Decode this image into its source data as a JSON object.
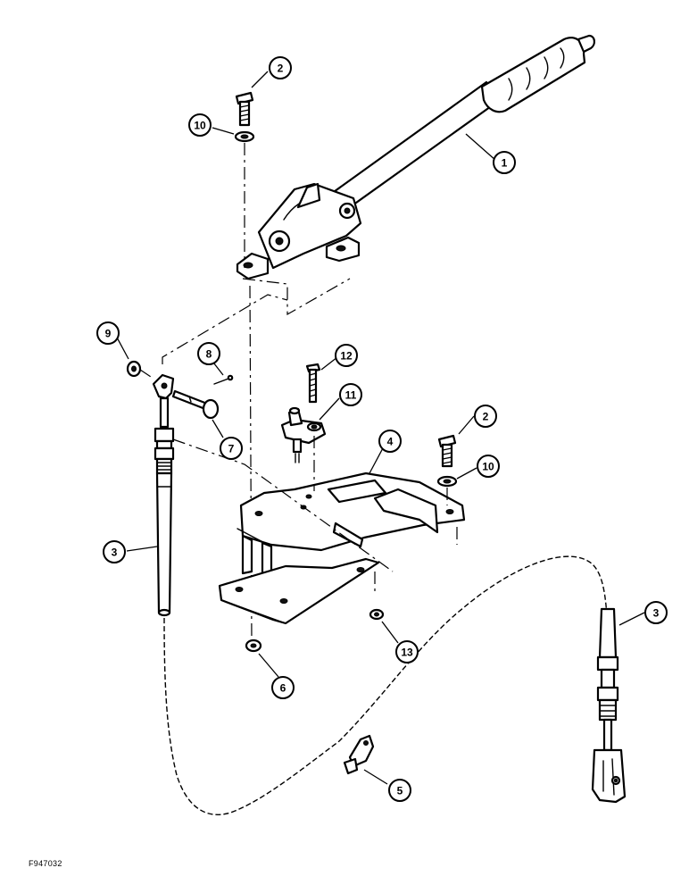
{
  "figure_id": "F947032",
  "callouts": [
    {
      "id": "c1",
      "label": "1"
    },
    {
      "id": "c2a",
      "label": "2"
    },
    {
      "id": "c10a",
      "label": "10"
    },
    {
      "id": "c9",
      "label": "9"
    },
    {
      "id": "c8",
      "label": "8"
    },
    {
      "id": "c7",
      "label": "7"
    },
    {
      "id": "c12",
      "label": "12"
    },
    {
      "id": "c11",
      "label": "11"
    },
    {
      "id": "c4",
      "label": "4"
    },
    {
      "id": "c2b",
      "label": "2"
    },
    {
      "id": "c10b",
      "label": "10"
    },
    {
      "id": "c3a",
      "label": "3"
    },
    {
      "id": "c3b",
      "label": "3"
    },
    {
      "id": "c13",
      "label": "13"
    },
    {
      "id": "c6",
      "label": "6"
    },
    {
      "id": "c5",
      "label": "5"
    }
  ]
}
